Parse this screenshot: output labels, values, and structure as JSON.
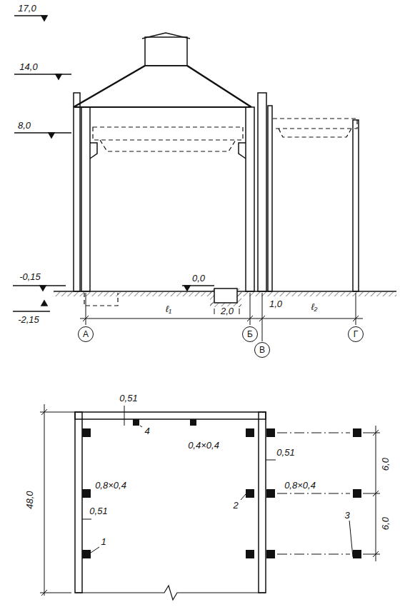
{
  "diagram": {
    "nodes": [
      {
        "text": [
          "А"
        ]
      },
      {
        "text": [
          "Б"
        ]
      },
      {
        "text": [
          "В"
        ]
      },
      {
        "text": [
          "Г"
        ]
      }
    ],
    "labels": [
      "17,0",
      "14,0",
      "8,0",
      "-0,15",
      "0,0",
      "-2,15",
      "ℓ₁",
      "2,0",
      "1,0",
      "ℓ₂",
      "0,51",
      "4",
      "0,4×0,4",
      "0,51",
      "6,0",
      "0,8×0,4",
      "0,51",
      "2",
      "0,8×0,4",
      "3",
      "6,0",
      "1",
      "48,0"
    ]
  }
}
